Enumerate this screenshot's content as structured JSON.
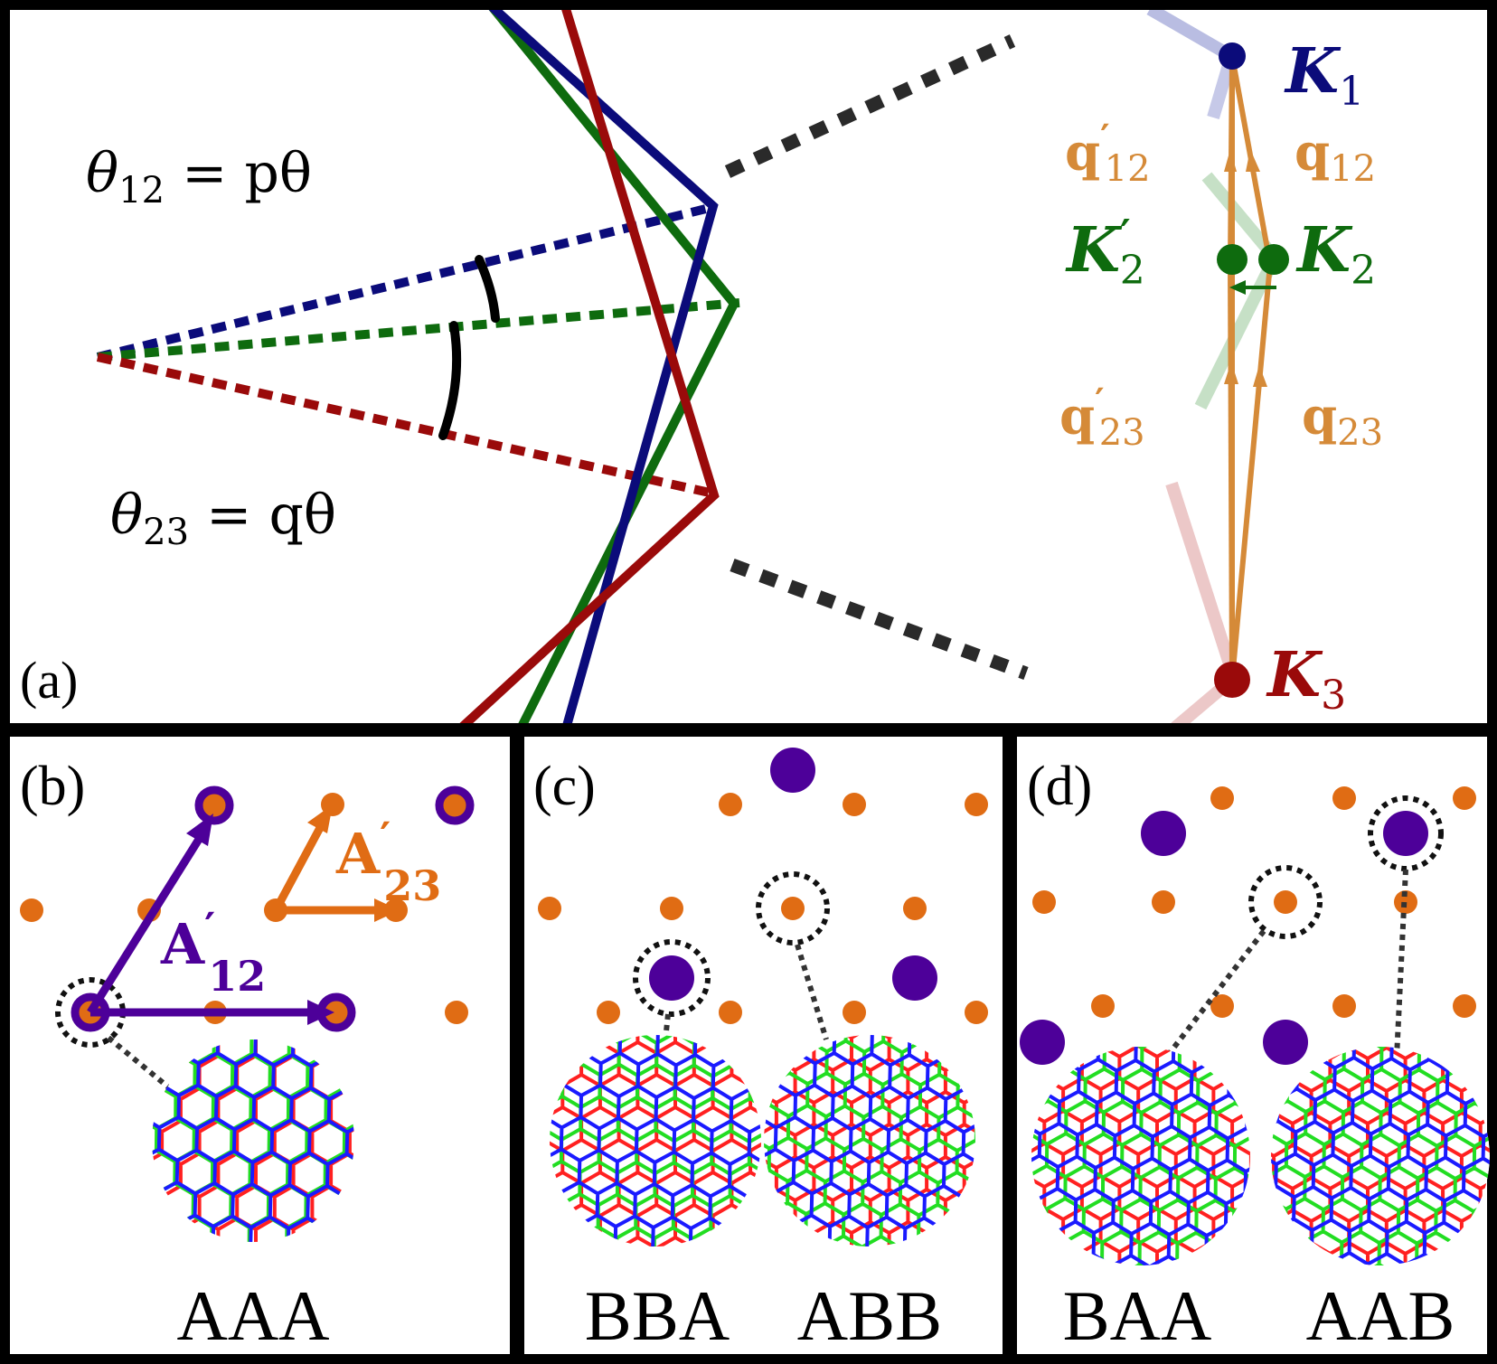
{
  "colors": {
    "blue": "#0b0b7a",
    "green": "#0e6b0e",
    "red": "#9a0a0a",
    "tan": "#d58a38",
    "orange": "#e06c14",
    "purple": "#4d0099",
    "black": "#000000",
    "dash": "#2a2a2a"
  },
  "panel_a": {
    "label": "(a)",
    "theta12": {
      "sym": "θ",
      "sub": "12",
      "rhs": " = pθ"
    },
    "theta23": {
      "sym": "θ",
      "sub": "23",
      "rhs": " = qθ"
    },
    "K1": {
      "base": "K",
      "sub": "1"
    },
    "K2": {
      "base": "K",
      "sub": "2"
    },
    "K2p": {
      "base": "K",
      "prime": "′",
      "sub": "2"
    },
    "K3": {
      "base": "K",
      "sub": "3"
    },
    "q12": {
      "base": "q",
      "sub": "12"
    },
    "q12p": {
      "base": "q",
      "prime": "′",
      "sub": "12"
    },
    "q23": {
      "base": "q",
      "sub": "23"
    },
    "q23p": {
      "base": "q",
      "prime": "′",
      "sub": "23"
    }
  },
  "panel_b": {
    "label": "(b)",
    "A12": {
      "base": "A",
      "prime": "′",
      "sub": "12"
    },
    "A23": {
      "base": "A",
      "prime": "′",
      "sub": "23"
    },
    "stacking": "AAA"
  },
  "panel_c": {
    "label": "(c)",
    "stackings": [
      "BBA",
      "ABB"
    ]
  },
  "panel_d": {
    "label": "(d)",
    "stackings": [
      "BAA",
      "AAB"
    ]
  }
}
